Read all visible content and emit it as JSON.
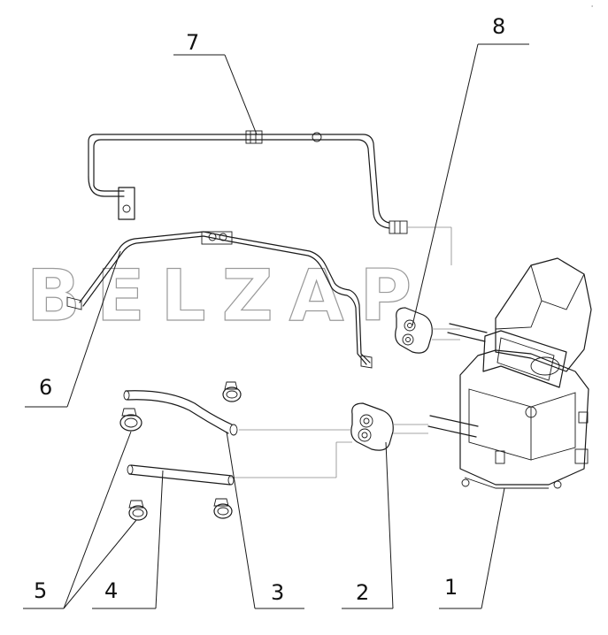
{
  "watermark": "BELZAP",
  "corner_mark": "°",
  "callouts": [
    {
      "id": "1",
      "label": "1"
    },
    {
      "id": "2",
      "label": "2"
    },
    {
      "id": "3",
      "label": "3"
    },
    {
      "id": "4",
      "label": "4"
    },
    {
      "id": "5",
      "label": "5"
    },
    {
      "id": "6",
      "label": "6"
    },
    {
      "id": "7",
      "label": "7"
    },
    {
      "id": "8",
      "label": "8"
    }
  ]
}
